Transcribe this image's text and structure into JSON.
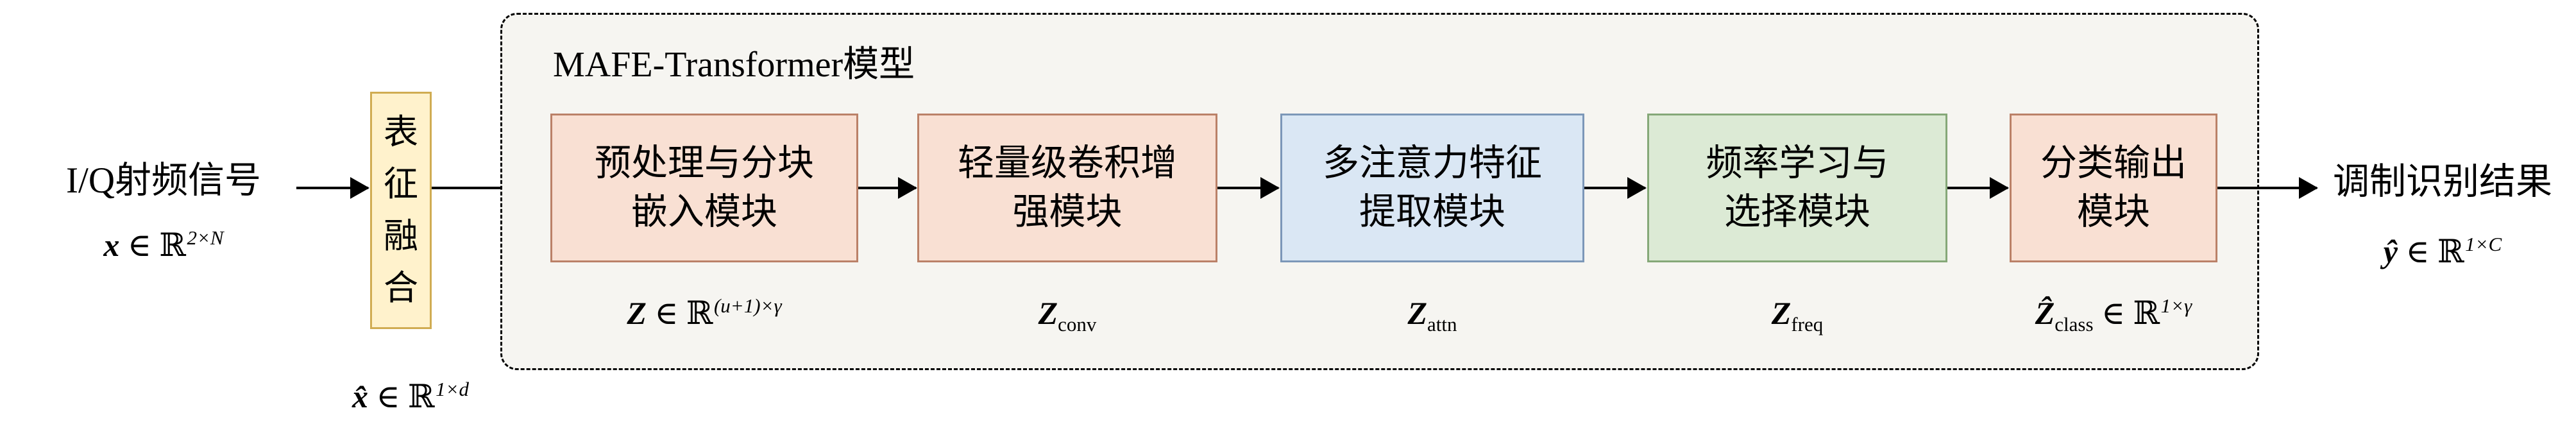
{
  "input": {
    "label": "I/Q射频信号",
    "math": {
      "var": "x",
      "rel": "∈ ℝ",
      "sup": "2×N"
    }
  },
  "fusion": {
    "label": "表征融合",
    "math": {
      "var": "x̂",
      "rel": "∈ ℝ",
      "sup": "1×d"
    }
  },
  "model": {
    "title": "MAFE-Transformer模型",
    "blocks": [
      {
        "color": "pink",
        "line1": "预处理与分块",
        "line2": "嵌入模块",
        "math": {
          "var": "Z",
          "rel": "∈ ℝ",
          "sup": "(u+1)×γ"
        }
      },
      {
        "color": "pink",
        "line1": "轻量级卷积增",
        "line2": "强模块",
        "math": {
          "var": "Z",
          "sub": "conv"
        }
      },
      {
        "color": "blue",
        "line1": "多注意力特征",
        "line2": "提取模块",
        "math": {
          "var": "Z",
          "sub": "attn"
        }
      },
      {
        "color": "green",
        "line1": "频率学习与",
        "line2": "选择模块",
        "math": {
          "var": "Z",
          "sub": "freq"
        }
      },
      {
        "color": "pink",
        "line1": "分类输出",
        "line2": "模块",
        "math": {
          "var": "Ẑ",
          "sub": "class",
          "rel": "∈ ℝ",
          "sup": "1×γ"
        }
      }
    ]
  },
  "output": {
    "label": "调制识别结果",
    "math": {
      "var": "ŷ",
      "rel": "∈ ℝ",
      "sup": "1×C"
    }
  },
  "palette": {
    "module_pink_fill": "#f9e0d3",
    "module_pink_border": "#bb8168",
    "module_blue_fill": "#dae7f4",
    "module_blue_border": "#7c97b8",
    "module_green_fill": "#dcead5",
    "module_green_border": "#85a878",
    "fusion_yellow_fill": "#fff2cc",
    "fusion_yellow_border": "#d0ac52",
    "model_box_fill": "#f6f5f1",
    "line_color": "#000000"
  }
}
